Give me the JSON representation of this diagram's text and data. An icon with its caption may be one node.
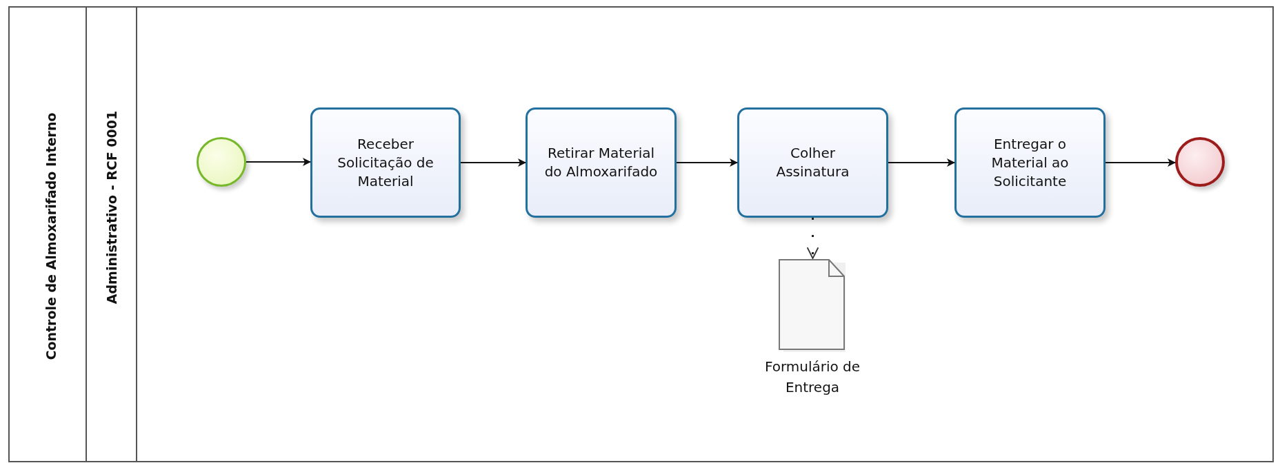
{
  "diagram": {
    "nodes": [
      {
        "text": [
          "Controle de Almoxarifado Interno"
        ]
      },
      {
        "text": [
          "Administrativo - RCF 0001"
        ],
        "in": 0
      },
      {
        "text": [],
        "shape": "circle",
        "in": 1
      },
      {
        "text": [
          "Receber Solicitação de Material"
        ],
        "in": 1
      },
      {
        "text": [
          "Retirar Material do Almoxarifado"
        ],
        "in": 1
      },
      {
        "text": [
          "Colher Assinatura"
        ],
        "in": 1
      },
      {
        "text": [
          "Entregar o Material ao Solicitante"
        ],
        "in": 1
      },
      {
        "text": [],
        "shape": "circle",
        "in": 1
      },
      {
        "text": [
          "Formulário de Entrega"
        ],
        "in": 1
      }
    ],
    "edges": [
      {
        "from": 2,
        "to": 3,
        "arrow": "to"
      },
      {
        "from": 3,
        "to": 4,
        "arrow": "to"
      },
      {
        "from": 4,
        "to": 5,
        "arrow": "to"
      },
      {
        "from": 5,
        "to": 6,
        "arrow": "to"
      },
      {
        "from": 6,
        "to": 7,
        "arrow": "to"
      },
      {
        "from": 5,
        "to": 8,
        "arrow": "to",
        "style": "dashed"
      }
    ]
  }
}
